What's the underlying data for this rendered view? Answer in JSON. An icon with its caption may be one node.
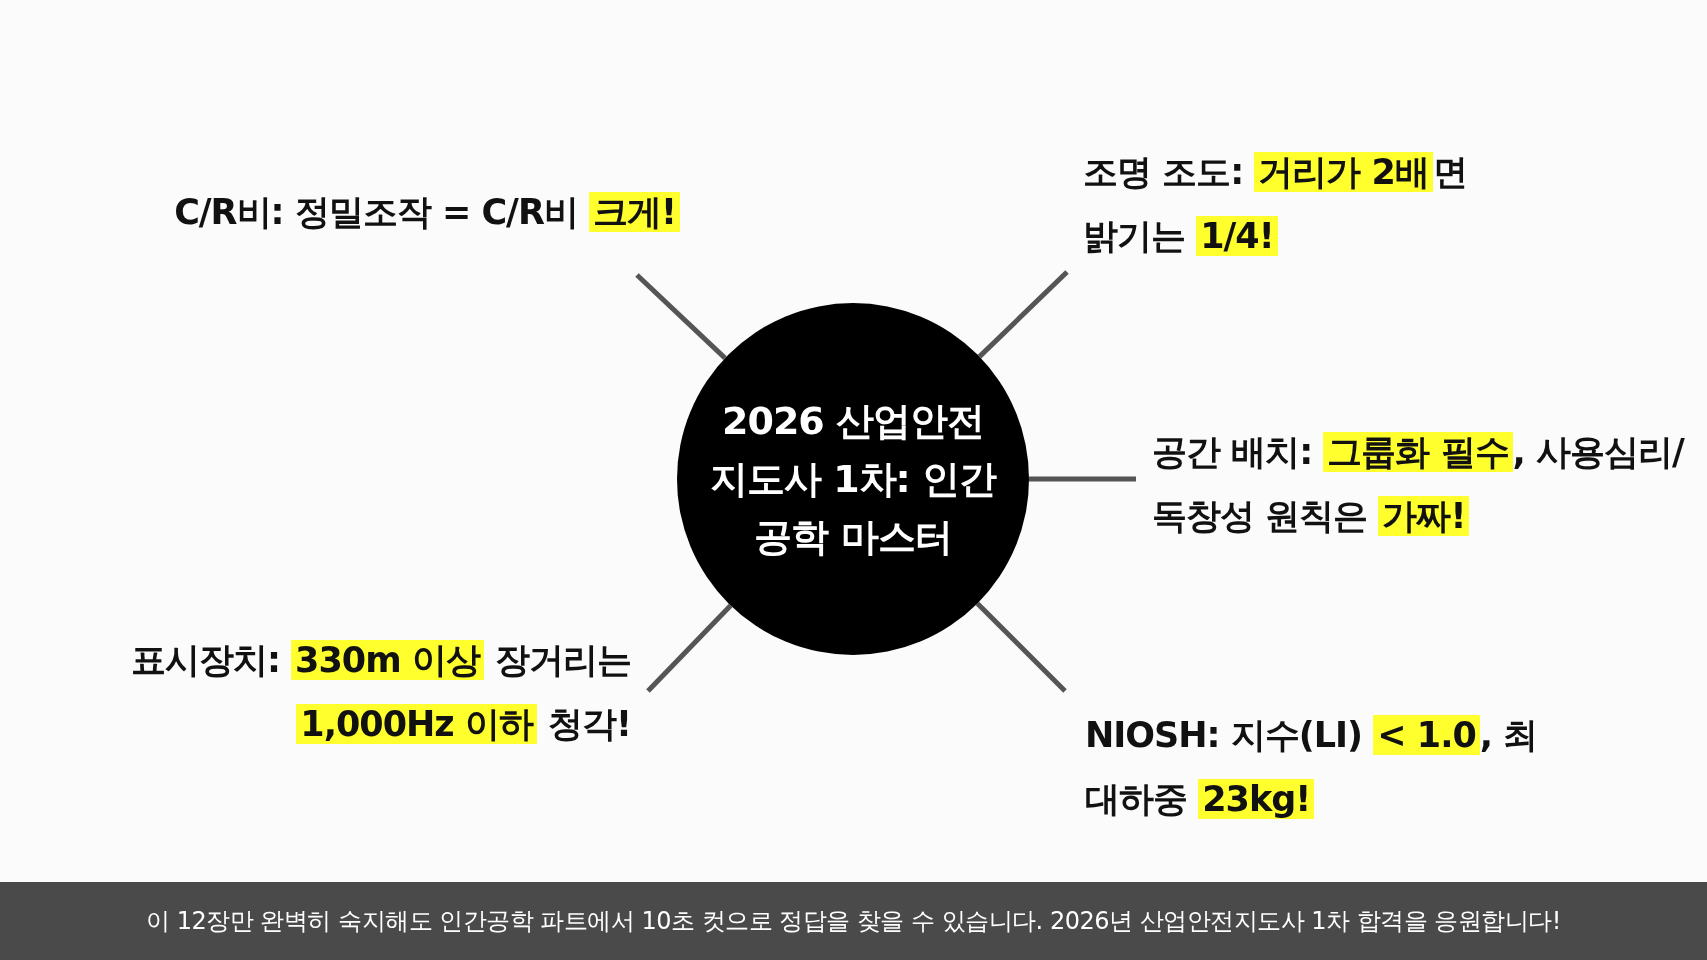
{
  "diagram": {
    "nodes": [
      {
        "text": [
          "2026 산업안전지도사 1차: 인간공학 마스터"
        ]
      },
      {
        "text": [
          "C/R비: 정밀조작 = C/R비 **크게!**"
        ]
      },
      {
        "text": [
          "조명 조도: **거리가 2배**면 밝기는 **1/4!**"
        ]
      },
      {
        "text": [
          "공간 배치: **그룹화 필수**, 사용심리/독창성 원칙은 **가짜!**"
        ]
      },
      {
        "text": [
          "NIOSH: 지수(LI) **< 1.0**, 최대하중 **23kg!**"
        ]
      },
      {
        "text": [
          "표시장치: **330m 이상** 장거리는 **1,000Hz 이하** 청각!"
        ]
      }
    ],
    "edges": [
      {
        "from": 0,
        "to": 1,
        "arrow": "none"
      },
      {
        "from": 0,
        "to": 2,
        "arrow": "none"
      },
      {
        "from": 0,
        "to": 3,
        "arrow": "none"
      },
      {
        "from": 0,
        "to": 4,
        "arrow": "none"
      },
      {
        "from": 0,
        "to": 5,
        "arrow": "none"
      }
    ],
    "caption": "이 12장만 완벽히 숙지해도 인간공학 파트에서 10초 컷으로 정답을 찾을 수 있습니다. 2026년 산업안전지도사 1차 합격을 응원합니다!"
  }
}
